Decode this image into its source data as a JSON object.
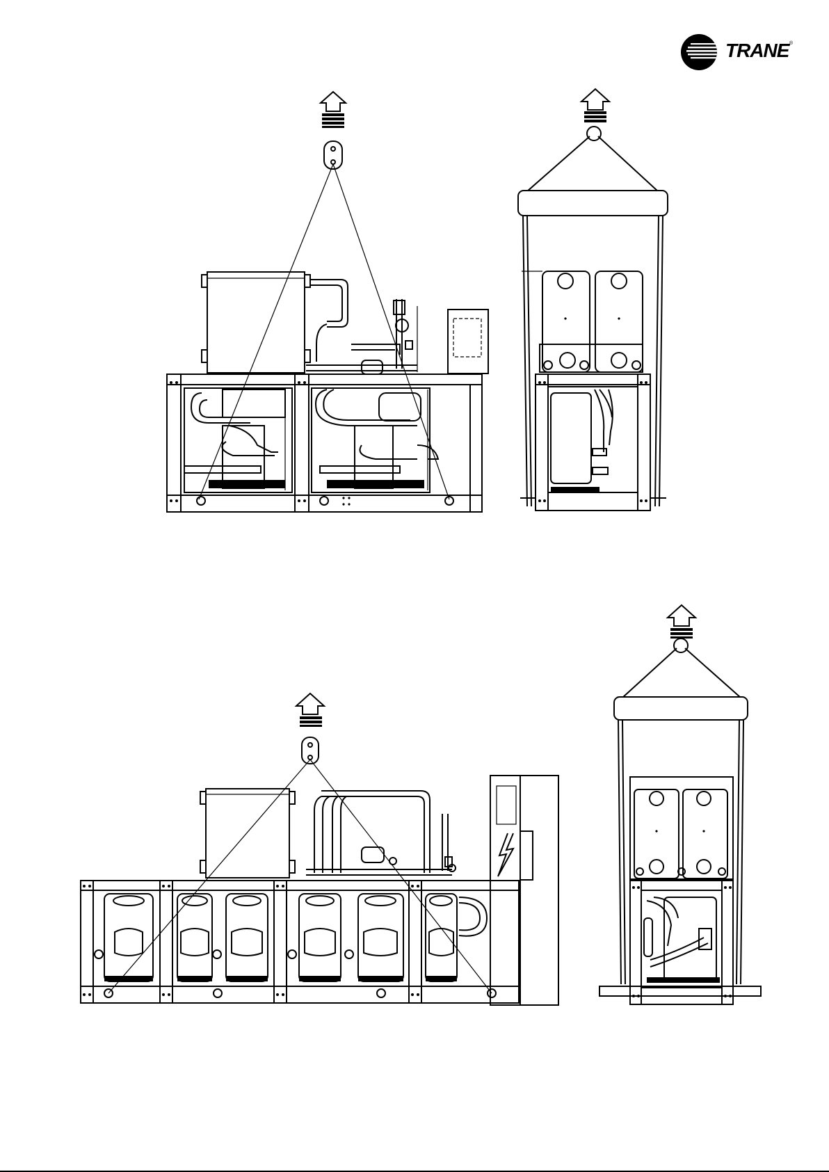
{
  "brand": {
    "name": "TRANE",
    "registered_mark": "®",
    "logo_icon": "trane-globe-icon",
    "color": "#000000"
  },
  "views": [
    {
      "id": "top-left",
      "kind": "side-view-lifting"
    },
    {
      "id": "top-right",
      "kind": "end-view-lifting"
    },
    {
      "id": "bottom-left",
      "kind": "side-view-lifting"
    },
    {
      "id": "bottom-right",
      "kind": "end-view-lifting"
    }
  ],
  "icons": {
    "lift_arrow": "lift-up-arrow-icon",
    "lifting_shackle": "lifting-shackle-icon",
    "lightning": "electrical-hazard-icon"
  }
}
